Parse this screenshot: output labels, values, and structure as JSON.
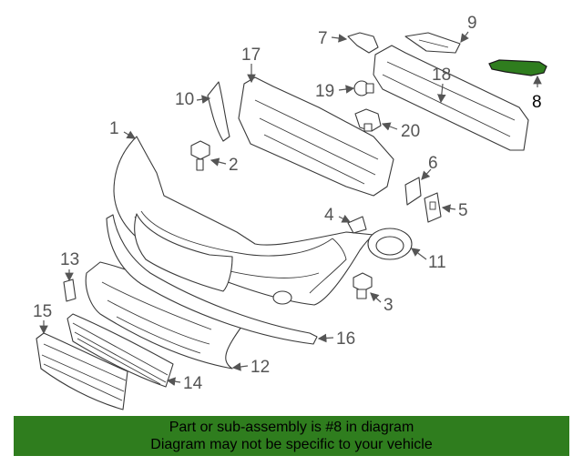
{
  "callouts": {
    "c1": "1",
    "c2": "2",
    "c3": "3",
    "c4": "4",
    "c5": "5",
    "c6": "6",
    "c7": "7",
    "c8": "8",
    "c9": "9",
    "c10": "10",
    "c11": "11",
    "c12": "12",
    "c13": "13",
    "c14": "14",
    "c15": "15",
    "c16": "16",
    "c17": "17",
    "c18": "18",
    "c19": "19",
    "c20": "20"
  },
  "highlighted_part": "8",
  "colors": {
    "highlight": "#2f7d1e",
    "banner_bg": "#2f7d1e",
    "line": "#3a3a3a"
  },
  "banner": {
    "line1": "Part or sub-assembly is #8 in diagram",
    "line2": "Diagram may not be specific to your vehicle"
  }
}
